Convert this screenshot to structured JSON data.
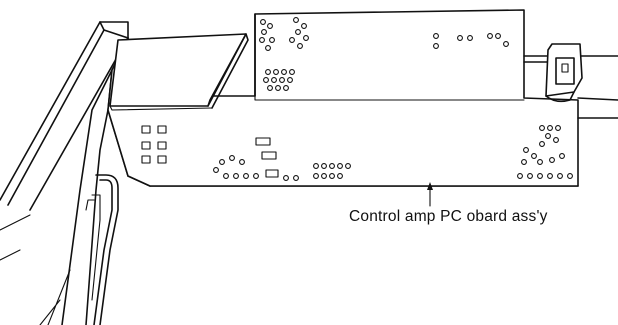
{
  "diagram": {
    "callout": {
      "label": "Control amp PC obard ass'y"
    },
    "colors": {
      "line": "#111111",
      "background": "#ffffff"
    },
    "parts": [
      "chassis-frame",
      "control-amp-pc-board",
      "daughter-board",
      "connector-clip"
    ]
  }
}
